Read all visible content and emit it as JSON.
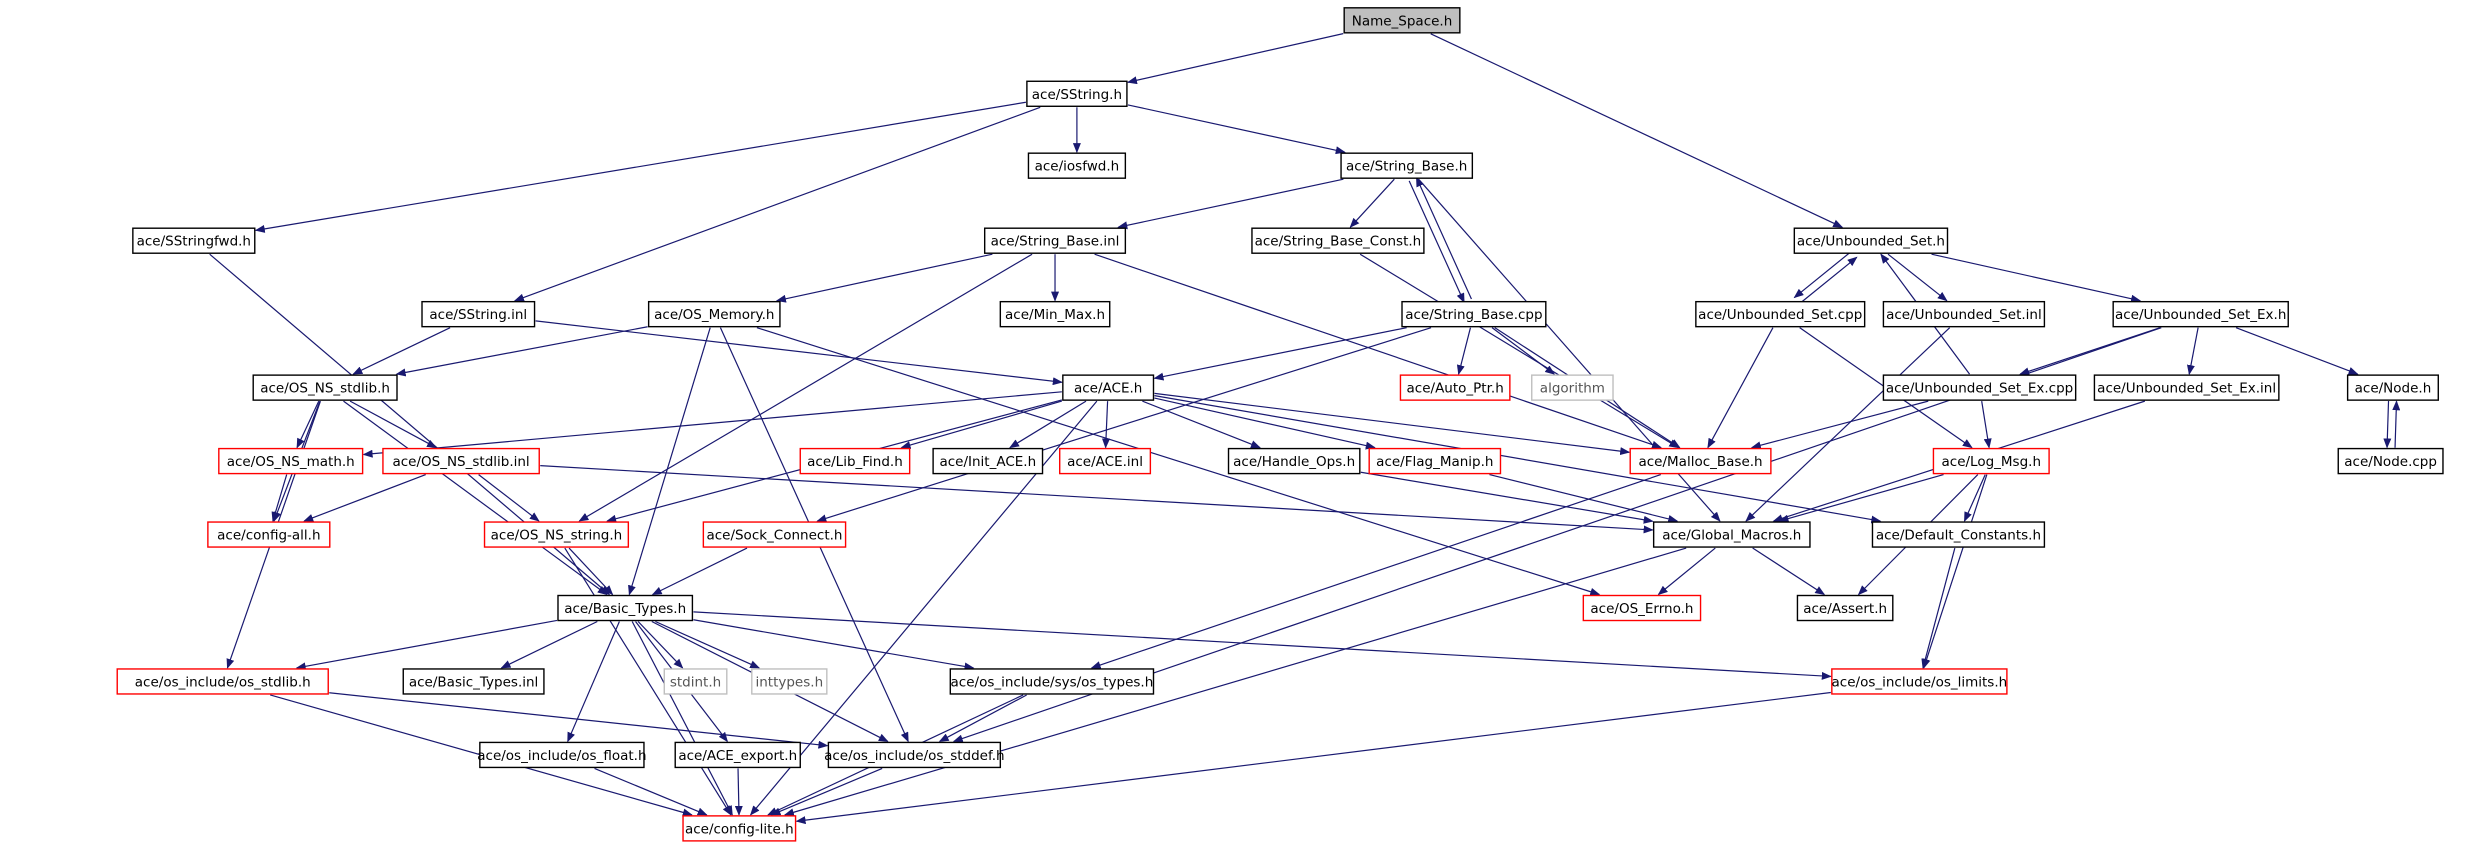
{
  "diagram": {
    "type": "include-dependency-graph",
    "root": "Name_Space.h",
    "colors": {
      "edge": "#191970",
      "border_documented": "#000000",
      "border_undocumented": "#ff0000",
      "border_external": "#bfbfbf",
      "root_fill": "#bfbfbf"
    },
    "nodes": [
      {
        "id": "name_space_h",
        "label": "Name_Space.h",
        "style": "root"
      },
      {
        "id": "sstring_h",
        "label": "ace/SString.h",
        "style": "black"
      },
      {
        "id": "iosfwd_h",
        "label": "ace/iosfwd.h",
        "style": "black"
      },
      {
        "id": "string_base_h",
        "label": "ace/String_Base.h",
        "style": "black"
      },
      {
        "id": "sstringfwd_h",
        "label": "ace/SStringfwd.h",
        "style": "black"
      },
      {
        "id": "string_base_inl",
        "label": "ace/String_Base.inl",
        "style": "black"
      },
      {
        "id": "string_base_const_h",
        "label": "ace/String_Base_Const.h",
        "style": "black"
      },
      {
        "id": "unbounded_set_h",
        "label": "ace/Unbounded_Set.h",
        "style": "black"
      },
      {
        "id": "sstring_inl",
        "label": "ace/SString.inl",
        "style": "black"
      },
      {
        "id": "os_memory_h",
        "label": "ace/OS_Memory.h",
        "style": "black"
      },
      {
        "id": "min_max_h",
        "label": "ace/Min_Max.h",
        "style": "black"
      },
      {
        "id": "string_base_cpp",
        "label": "ace/String_Base.cpp",
        "style": "black"
      },
      {
        "id": "unbounded_set_cpp",
        "label": "ace/Unbounded_Set.cpp",
        "style": "black"
      },
      {
        "id": "unbounded_set_inl",
        "label": "ace/Unbounded_Set.inl",
        "style": "black"
      },
      {
        "id": "unbounded_set_ex_h",
        "label": "ace/Unbounded_Set_Ex.h",
        "style": "black"
      },
      {
        "id": "os_ns_stdlib_h",
        "label": "ace/OS_NS_stdlib.h",
        "style": "black"
      },
      {
        "id": "ace_h",
        "label": "ace/ACE.h",
        "style": "black"
      },
      {
        "id": "auto_ptr_h",
        "label": "ace/Auto_Ptr.h",
        "style": "red"
      },
      {
        "id": "algorithm",
        "label": "algorithm",
        "style": "gray"
      },
      {
        "id": "unbounded_set_ex_cpp",
        "label": "ace/Unbounded_Set_Ex.cpp",
        "style": "black"
      },
      {
        "id": "unbounded_set_ex_inl",
        "label": "ace/Unbounded_Set_Ex.inl",
        "style": "black"
      },
      {
        "id": "node_h",
        "label": "ace/Node.h",
        "style": "black"
      },
      {
        "id": "os_ns_math_h",
        "label": "ace/OS_NS_math.h",
        "style": "red"
      },
      {
        "id": "os_ns_stdlib_inl",
        "label": "ace/OS_NS_stdlib.inl",
        "style": "red"
      },
      {
        "id": "lib_find_h",
        "label": "ace/Lib_Find.h",
        "style": "red"
      },
      {
        "id": "init_ace_h",
        "label": "ace/Init_ACE.h",
        "style": "black"
      },
      {
        "id": "ace_inl",
        "label": "ace/ACE.inl",
        "style": "red"
      },
      {
        "id": "handle_ops_h",
        "label": "ace/Handle_Ops.h",
        "style": "black"
      },
      {
        "id": "flag_manip_h",
        "label": "ace/Flag_Manip.h",
        "style": "red"
      },
      {
        "id": "malloc_base_h",
        "label": "ace/Malloc_Base.h",
        "style": "red"
      },
      {
        "id": "log_msg_h",
        "label": "ace/Log_Msg.h",
        "style": "red"
      },
      {
        "id": "node_cpp",
        "label": "ace/Node.cpp",
        "style": "black"
      },
      {
        "id": "config_all_h",
        "label": "ace/config-all.h",
        "style": "red"
      },
      {
        "id": "os_ns_string_h",
        "label": "ace/OS_NS_string.h",
        "style": "red"
      },
      {
        "id": "sock_connect_h",
        "label": "ace/Sock_Connect.h",
        "style": "red"
      },
      {
        "id": "global_macros_h",
        "label": "ace/Global_Macros.h",
        "style": "black"
      },
      {
        "id": "default_constants_h",
        "label": "ace/Default_Constants.h",
        "style": "black"
      },
      {
        "id": "basic_types_h",
        "label": "ace/Basic_Types.h",
        "style": "black"
      },
      {
        "id": "os_errno_h",
        "label": "ace/OS_Errno.h",
        "style": "red"
      },
      {
        "id": "assert_h",
        "label": "ace/Assert.h",
        "style": "black"
      },
      {
        "id": "os_include_os_stdlib_h",
        "label": "ace/os_include/os_stdlib.h",
        "style": "red"
      },
      {
        "id": "basic_types_inl",
        "label": "ace/Basic_Types.inl",
        "style": "black"
      },
      {
        "id": "stdint_h",
        "label": "stdint.h",
        "style": "gray"
      },
      {
        "id": "inttypes_h",
        "label": "inttypes.h",
        "style": "gray"
      },
      {
        "id": "os_include_sys_os_types_h",
        "label": "ace/os_include/sys/os_types.h",
        "style": "black"
      },
      {
        "id": "os_include_os_limits_h",
        "label": "ace/os_include/os_limits.h",
        "style": "red"
      },
      {
        "id": "os_include_os_float_h",
        "label": "ace/os_include/os_float.h",
        "style": "black"
      },
      {
        "id": "ace_export_h",
        "label": "ace/ACE_export.h",
        "style": "black"
      },
      {
        "id": "os_include_os_stddef_h",
        "label": "ace/os_include/os_stddef.h",
        "style": "black"
      },
      {
        "id": "config_lite_h",
        "label": "ace/config-lite.h",
        "style": "red"
      }
    ],
    "edges": [
      [
        "name_space_h",
        "sstring_h"
      ],
      [
        "name_space_h",
        "unbounded_set_h"
      ],
      [
        "sstring_h",
        "iosfwd_h"
      ],
      [
        "sstring_h",
        "string_base_h"
      ],
      [
        "sstring_h",
        "sstringfwd_h"
      ],
      [
        "sstring_h",
        "sstring_inl"
      ],
      [
        "sstringfwd_h",
        "basic_types_h"
      ],
      [
        "string_base_h",
        "string_base_inl"
      ],
      [
        "string_base_h",
        "string_base_const_h"
      ],
      [
        "string_base_h",
        "string_base_cpp"
      ],
      [
        "string_base_h",
        "global_macros_h"
      ],
      [
        "string_base_cpp",
        "string_base_h"
      ],
      [
        "string_base_inl",
        "min_max_h"
      ],
      [
        "string_base_inl",
        "os_memory_h"
      ],
      [
        "string_base_inl",
        "os_ns_string_h"
      ],
      [
        "string_base_inl",
        "malloc_base_h"
      ],
      [
        "string_base_const_h",
        "malloc_base_h"
      ],
      [
        "sstring_inl",
        "os_ns_stdlib_h"
      ],
      [
        "sstring_inl",
        "ace_h"
      ],
      [
        "os_memory_h",
        "os_ns_stdlib_h"
      ],
      [
        "os_memory_h",
        "basic_types_h"
      ],
      [
        "os_memory_h",
        "os_include_os_stddef_h"
      ],
      [
        "os_memory_h",
        "os_errno_h"
      ],
      [
        "string_base_cpp",
        "ace_h"
      ],
      [
        "string_base_cpp",
        "auto_ptr_h"
      ],
      [
        "string_base_cpp",
        "algorithm"
      ],
      [
        "string_base_cpp",
        "malloc_base_h"
      ],
      [
        "string_base_cpp",
        "sock_connect_h"
      ],
      [
        "unbounded_set_h",
        "unbounded_set_cpp"
      ],
      [
        "unbounded_set_cpp",
        "unbounded_set_h"
      ],
      [
        "unbounded_set_h",
        "unbounded_set_inl"
      ],
      [
        "unbounded_set_h",
        "unbounded_set_ex_h"
      ],
      [
        "unbounded_set_cpp",
        "malloc_base_h"
      ],
      [
        "unbounded_set_cpp",
        "log_msg_h"
      ],
      [
        "unbounded_set_inl",
        "global_macros_h"
      ],
      [
        "unbounded_set_ex_h",
        "unbounded_set_ex_cpp"
      ],
      [
        "unbounded_set_ex_cpp",
        "unbounded_set_h"
      ],
      [
        "unbounded_set_ex_h",
        "unbounded_set_ex_inl"
      ],
      [
        "unbounded_set_ex_h",
        "node_h"
      ],
      [
        "unbounded_set_ex_h",
        "os_include_os_stddef_h"
      ],
      [
        "unbounded_set_ex_cpp",
        "malloc_base_h"
      ],
      [
        "unbounded_set_ex_cpp",
        "log_msg_h"
      ],
      [
        "unbounded_set_ex_inl",
        "global_macros_h"
      ],
      [
        "node_h",
        "node_cpp"
      ],
      [
        "node_cpp",
        "node_h"
      ],
      [
        "os_ns_stdlib_h",
        "os_ns_math_h"
      ],
      [
        "os_ns_stdlib_h",
        "os_ns_stdlib_inl"
      ],
      [
        "os_ns_stdlib_h",
        "config_all_h"
      ],
      [
        "os_ns_stdlib_h",
        "basic_types_h"
      ],
      [
        "os_ns_stdlib_h",
        "os_include_os_stdlib_h"
      ],
      [
        "ace_h",
        "os_ns_math_h"
      ],
      [
        "ace_h",
        "lib_find_h"
      ],
      [
        "ace_h",
        "init_ace_h"
      ],
      [
        "ace_h",
        "ace_inl"
      ],
      [
        "ace_h",
        "handle_ops_h"
      ],
      [
        "ace_h",
        "flag_manip_h"
      ],
      [
        "ace_h",
        "malloc_base_h"
      ],
      [
        "ace_h",
        "default_constants_h"
      ],
      [
        "ace_h",
        "os_ns_string_h"
      ],
      [
        "ace_h",
        "config_lite_h"
      ],
      [
        "os_ns_math_h",
        "config_all_h"
      ],
      [
        "os_ns_stdlib_inl",
        "config_all_h"
      ],
      [
        "os_ns_stdlib_inl",
        "os_ns_string_h"
      ],
      [
        "os_ns_stdlib_inl",
        "global_macros_h"
      ],
      [
        "handle_ops_h",
        "global_macros_h"
      ],
      [
        "flag_manip_h",
        "global_macros_h"
      ],
      [
        "malloc_base_h",
        "os_include_sys_os_types_h"
      ],
      [
        "log_msg_h",
        "global_macros_h"
      ],
      [
        "log_msg_h",
        "default_constants_h"
      ],
      [
        "log_msg_h",
        "assert_h"
      ],
      [
        "log_msg_h",
        "os_include_os_limits_h"
      ],
      [
        "os_ns_string_h",
        "basic_types_h"
      ],
      [
        "os_ns_string_h",
        "config_lite_h"
      ],
      [
        "sock_connect_h",
        "basic_types_h"
      ],
      [
        "global_macros_h",
        "os_errno_h"
      ],
      [
        "global_macros_h",
        "assert_h"
      ],
      [
        "global_macros_h",
        "config_lite_h"
      ],
      [
        "default_constants_h",
        "os_include_os_limits_h"
      ],
      [
        "basic_types_h",
        "os_include_os_stdlib_h"
      ],
      [
        "basic_types_h",
        "basic_types_inl"
      ],
      [
        "basic_types_h",
        "stdint_h"
      ],
      [
        "basic_types_h",
        "inttypes_h"
      ],
      [
        "basic_types_h",
        "os_include_sys_os_types_h"
      ],
      [
        "basic_types_h",
        "os_include_os_limits_h"
      ],
      [
        "basic_types_h",
        "os_include_os_float_h"
      ],
      [
        "basic_types_h",
        "ace_export_h"
      ],
      [
        "basic_types_h",
        "os_include_os_stddef_h"
      ],
      [
        "basic_types_h",
        "config_lite_h"
      ],
      [
        "os_include_os_stdlib_h",
        "os_include_os_stddef_h"
      ],
      [
        "os_include_os_stdlib_h",
        "config_lite_h"
      ],
      [
        "os_include_sys_os_types_h",
        "os_include_os_stddef_h"
      ],
      [
        "os_include_sys_os_types_h",
        "config_lite_h"
      ],
      [
        "os_include_os_limits_h",
        "config_lite_h"
      ],
      [
        "os_include_os_float_h",
        "config_lite_h"
      ],
      [
        "ace_export_h",
        "config_lite_h"
      ],
      [
        "os_include_os_stddef_h",
        "config_lite_h"
      ]
    ]
  }
}
